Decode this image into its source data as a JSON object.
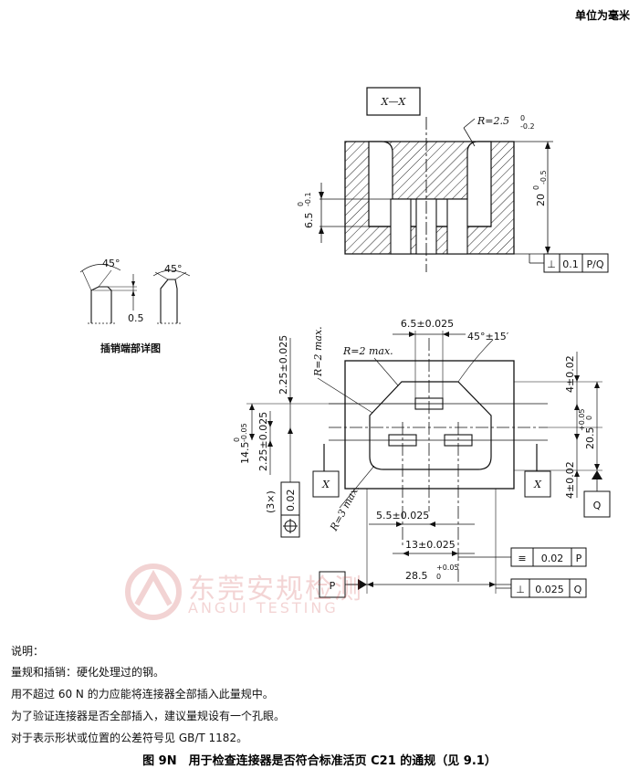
{
  "unit_label": "单位为毫米",
  "section": {
    "title": "X—X",
    "radius": "R=2.5",
    "radius_tol": "-0.2",
    "radius_tol_top": "0",
    "height_20": "20",
    "height_20_tol": "-0.5",
    "height_20_tol_top": "0",
    "depth_65": "6.5",
    "depth_65_tol": "-0.1",
    "depth_65_tol_top": "0",
    "fcf_symbol": "⊥",
    "fcf_value": "0.1",
    "fcf_datum": "P/Q"
  },
  "pin_detail": {
    "angle1": "45°",
    "angle2": "45°",
    "dim": "0.5",
    "caption": "插销端部详图"
  },
  "plan": {
    "dim_top": "6.5±0.025",
    "angle": "45°±15′",
    "r2_a": "R=2 max.",
    "r2_b": "R=2 max.",
    "r3": "R=3 max.",
    "v_225_a": "2.25±0.025",
    "v_225_b": "2.25±0.025",
    "v_145": "14.5",
    "v_145_tol": "-0.05",
    "v_145_tol_top": "0",
    "r_4_a": "4±0.02",
    "r_4_b": "4±0.02",
    "r_205": "20.5",
    "r_205_tol": "+0.05",
    "r_205_tol_bot": "0",
    "section_x": "X",
    "pos_count": "(3×)",
    "pos_value": "0.02",
    "datum_q": "Q",
    "datum_p": "P",
    "dim_55": "5.5±0.025",
    "dim_13": "13±0.025",
    "dim_285": "28.5",
    "dim_285_tol": "+0.05",
    "dim_285_tol_bot": "0",
    "fcf_sym_sym": "≡",
    "fcf_sym_value": "0.02",
    "fcf_sym_datum": "P",
    "fcf_perp_sym": "⊥",
    "fcf_perp_value": "0.025",
    "fcf_perp_datum": "Q"
  },
  "watermark": {
    "cn": "东莞安规检测",
    "en": "ANGUI TESTING"
  },
  "notes": [
    "说明：",
    "量规和插销：硬化处理过的钢。",
    "用不超过 60 N 的力应能将连接器全部插入此量规中。",
    "为了验证连接器是否全部插入，建议量规设有一个孔眼。",
    "对于表示形状或位置的公差符号见 GB/T 1182。"
  ],
  "caption": "图 9N　用于检查连接器是否符合标准活页 C21 的通规（见 9.1）"
}
